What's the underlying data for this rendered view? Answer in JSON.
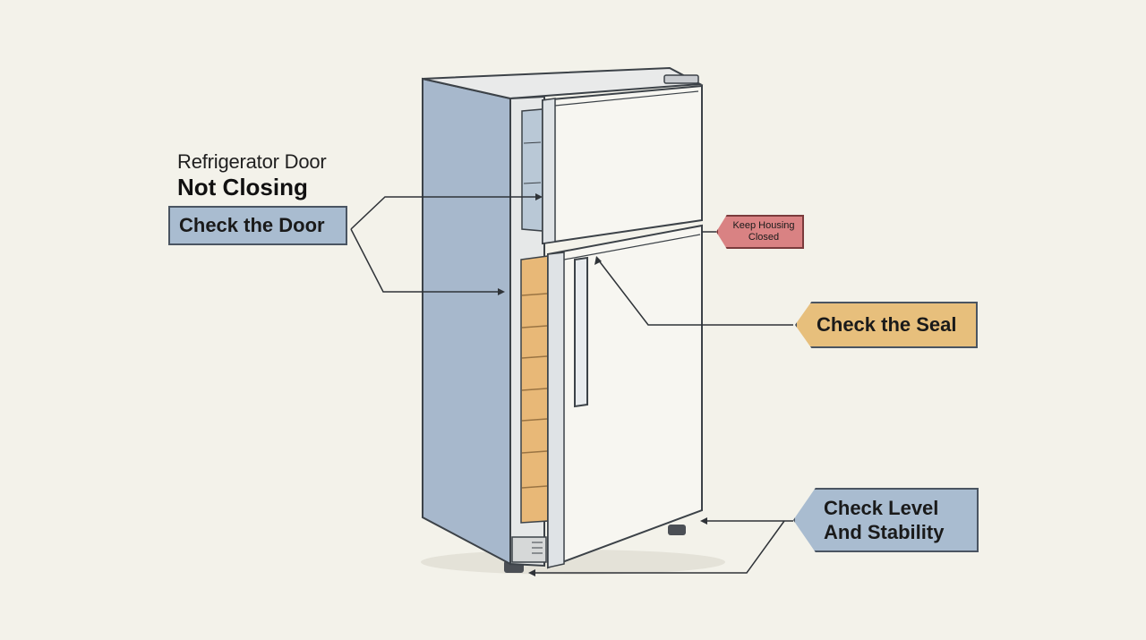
{
  "heading": {
    "line1": "Refrigerator Door",
    "line2": "Not Closing"
  },
  "callouts": {
    "door": "Check the Door",
    "housing": "Keep Housing Closed",
    "seal": "Check the Seal",
    "level_line1": "Check Level",
    "level_line2": "And Stability"
  },
  "colors": {
    "background": "#f3f2ea",
    "blue_tag": "#a9bcd0",
    "red_tag": "#d98283",
    "orange_tag": "#e7bf7c",
    "fridge_side": "#a7b8cc",
    "fridge_front": "#f7f6f1",
    "shelf_interior": "#e8b877"
  }
}
